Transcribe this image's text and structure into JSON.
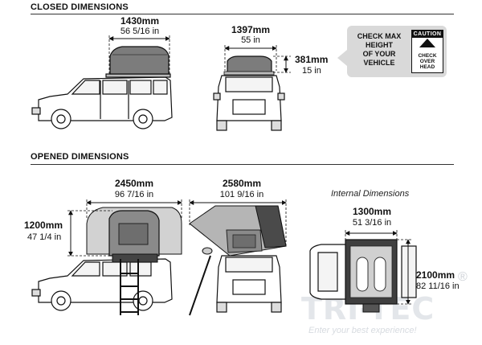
{
  "sections": {
    "closed_title": "CLOSED DIMENSIONS",
    "opened_title": "OPENED DIMENSIONS"
  },
  "closed": {
    "length_mm": "1430mm",
    "length_in": "56 5/16 in",
    "width_mm": "1397mm",
    "width_in": "55 in",
    "height_mm": "381mm",
    "height_in": "15 in"
  },
  "callout": {
    "text_line1": "CHECK MAX",
    "text_line2": "HEIGHT",
    "text_line3": "OF YOUR",
    "text_line4": "VEHICLE",
    "sign_header": "CAUTION",
    "sign_line1": "CHECK",
    "sign_line2": "OVER",
    "sign_line3": "HEAD"
  },
  "opened": {
    "side_length_mm": "2450mm",
    "side_length_in": "96 7/16 in",
    "side_height_mm": "1200mm",
    "side_height_in": "47 1/4 in",
    "rear_length_mm": "2580mm",
    "rear_length_in": "101 9/16 in",
    "internal_caption": "Internal Dimensions",
    "internal_width_mm": "1300mm",
    "internal_width_in": "51 3/16 in",
    "internal_length_mm": "2100mm",
    "internal_length_in": "82 11/16 in"
  },
  "watermark": {
    "brand": "TRI-TEC",
    "registered": "®",
    "slogan": "Enter your best experience!"
  },
  "colors": {
    "line": "#111111",
    "tent_body": "#9a9a9a",
    "tent_dark": "#555555",
    "callout_bg": "#d9d9d9",
    "watermark": "#e3e6ea"
  }
}
